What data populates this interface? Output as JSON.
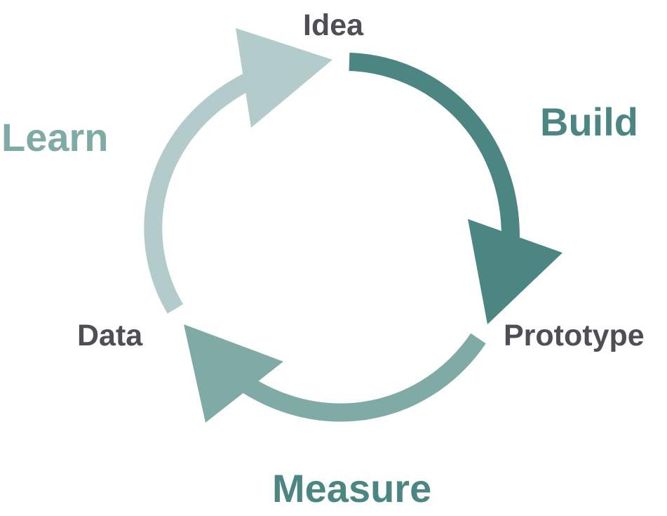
{
  "nodes": {
    "idea": "Idea",
    "prototype": "Prototype",
    "data": "Data"
  },
  "phases": {
    "build": "Build",
    "measure": "Measure",
    "learn": "Learn"
  },
  "colors": {
    "node_text": "#4e4e55",
    "build": "#4b8683",
    "measure": "#7faaa6",
    "learn": "#b3cccb"
  }
}
